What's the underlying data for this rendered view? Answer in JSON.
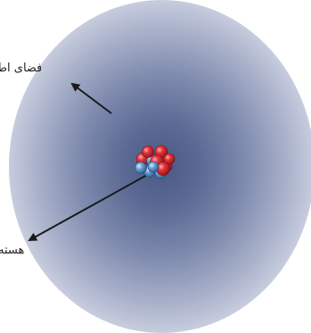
{
  "labels": {
    "orbital_space": "فضای اط",
    "nucleus": "هسته"
  },
  "colors": {
    "proton": "#d9262c",
    "neutron": "#5c8fc4",
    "arrow": "#1a1a1a",
    "cloud_core": "#4a5a86"
  },
  "nucleus_particles": [
    {
      "type": "proton"
    },
    {
      "type": "neutron"
    },
    {
      "type": "proton"
    },
    {
      "type": "proton"
    },
    {
      "type": "neutron"
    },
    {
      "type": "proton"
    },
    {
      "type": "neutron"
    },
    {
      "type": "proton"
    },
    {
      "type": "neutron"
    },
    {
      "type": "proton"
    },
    {
      "type": "proton"
    },
    {
      "type": "neutron"
    }
  ]
}
